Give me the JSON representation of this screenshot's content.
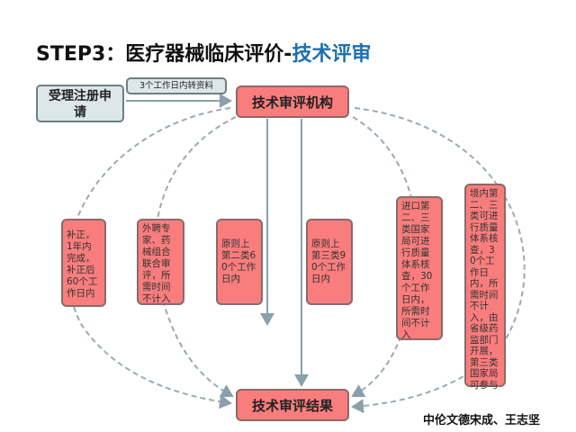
{
  "title": {
    "prefix": "STEP3：医疗器械临床评价-",
    "highlight": "技术评审"
  },
  "start_box": "受理注册申请",
  "transfer_label": "3个工作日内转资料",
  "top_box": "技术审评机构",
  "bottom_box": "技术审评结果",
  "notes": [
    "补正，1年内完成，补正后60个工作日内",
    "外聘专家、药械组合联合审评，所需时间不计入",
    "原则上第二类60个工作日内",
    "原则上第三类90个工作日内",
    "进口第二、三类国家局可进行质量体系核查，30个工作日内，所需时间不计入",
    "境内第二、三类可进行质量体系核查，30个工作日内，所需时间不计入，由省级药监部门开展，第三类国家局可参与"
  ],
  "credit": "中伦文德宋成、王志坚",
  "colors": {
    "box_red": "#f97d7d",
    "box_grey": "#dde6e8",
    "title_accent": "#1f6fae"
  }
}
